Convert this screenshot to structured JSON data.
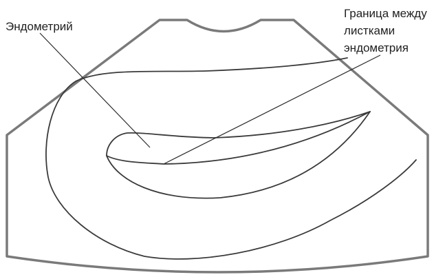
{
  "labels": {
    "endometrium": "Эндометрий",
    "boundary_line1": "Граница между",
    "boundary_line2": "листками",
    "boundary_line3": "эндометрия"
  },
  "colors": {
    "frame": "#7a7a7a",
    "contour": "#3a3a3a",
    "text": "#1f1f1f"
  }
}
